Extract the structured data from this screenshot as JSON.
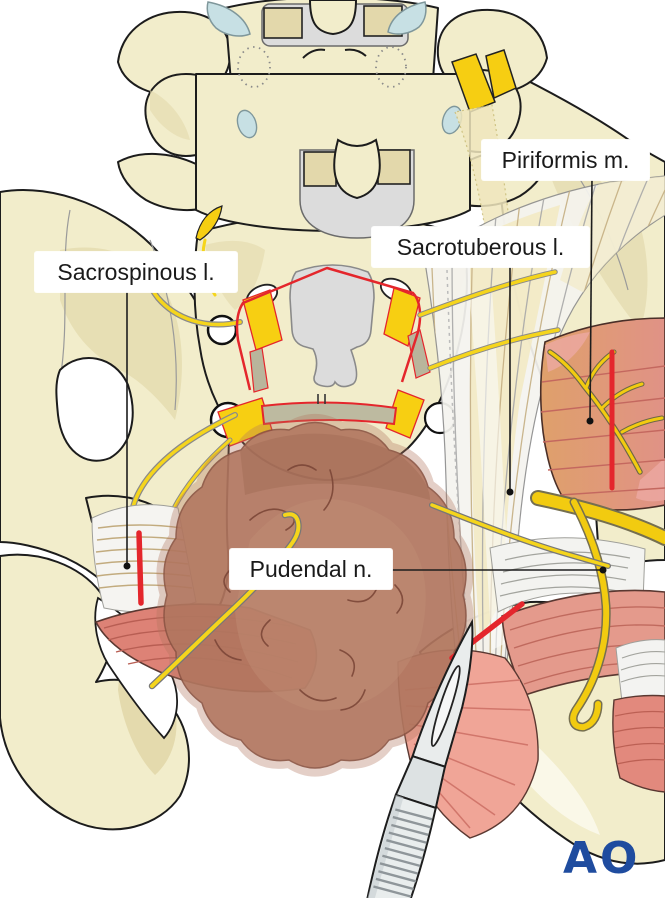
{
  "illustration": {
    "labels": {
      "sacrospinous": "Sacrospinous l.",
      "sacrotuberous": "Sacrotuberous l.",
      "piriformis": "Piriformis m.",
      "pudendal": "Pudendal n."
    },
    "logo_text": "AO",
    "colors": {
      "bone": "#F2EDCB",
      "bone_shade": "#E3D9AC",
      "nerve_yellow": "#F6CE12",
      "incision_red": "#E4262C",
      "hematoma_brown": "#B1765F",
      "muscle_salmon": "#E59A8C",
      "ligament_white": "#F5F4EF",
      "cartilage_blue": "#C7E0E4",
      "dura_gray": "#DCDCDC",
      "logo_blue": "#1F4C9F"
    }
  }
}
